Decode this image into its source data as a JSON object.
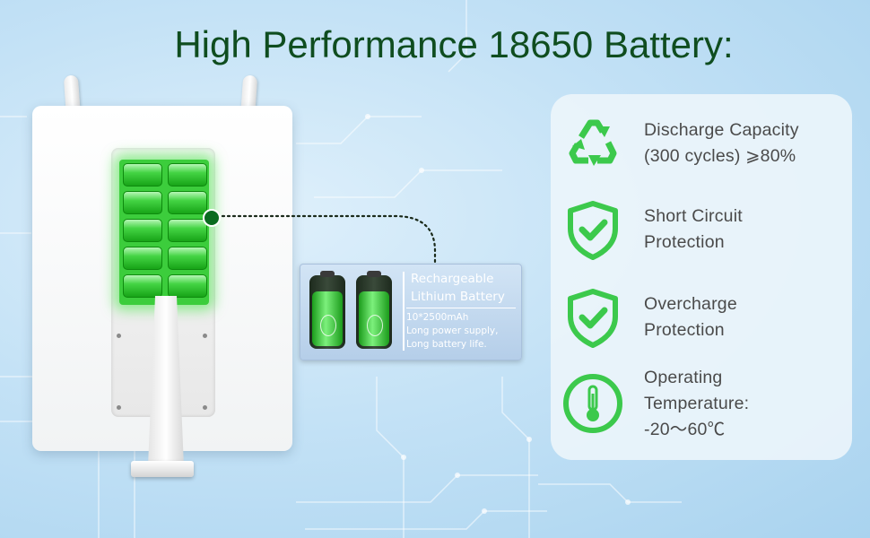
{
  "title": "High Performance 18650 Battery:",
  "battery_card": {
    "heading_line1": "Rechargeable",
    "heading_line2": "Lithium Battery",
    "spec": "10*2500mAh",
    "desc_line1": "Long power supply,",
    "desc_line2": "Long battery life."
  },
  "features": [
    {
      "icon": "recycle-icon",
      "line1": "Discharge Capacity",
      "line2": "(300 cycles) ⩾80%",
      "line3": ""
    },
    {
      "icon": "shield-check-icon",
      "line1": "Short Circuit",
      "line2": "Protection",
      "line3": ""
    },
    {
      "icon": "shield-check-icon",
      "line1": "Overcharge",
      "line2": "Protection",
      "line3": ""
    },
    {
      "icon": "thermometer-icon",
      "line1": "Operating",
      "line2": "Temperature:",
      "line3": "-20～60℃"
    }
  ],
  "colors": {
    "title": "#0f4d1f",
    "icon_green": "#3cc94c",
    "battery_glow": "#3ccd3c"
  }
}
